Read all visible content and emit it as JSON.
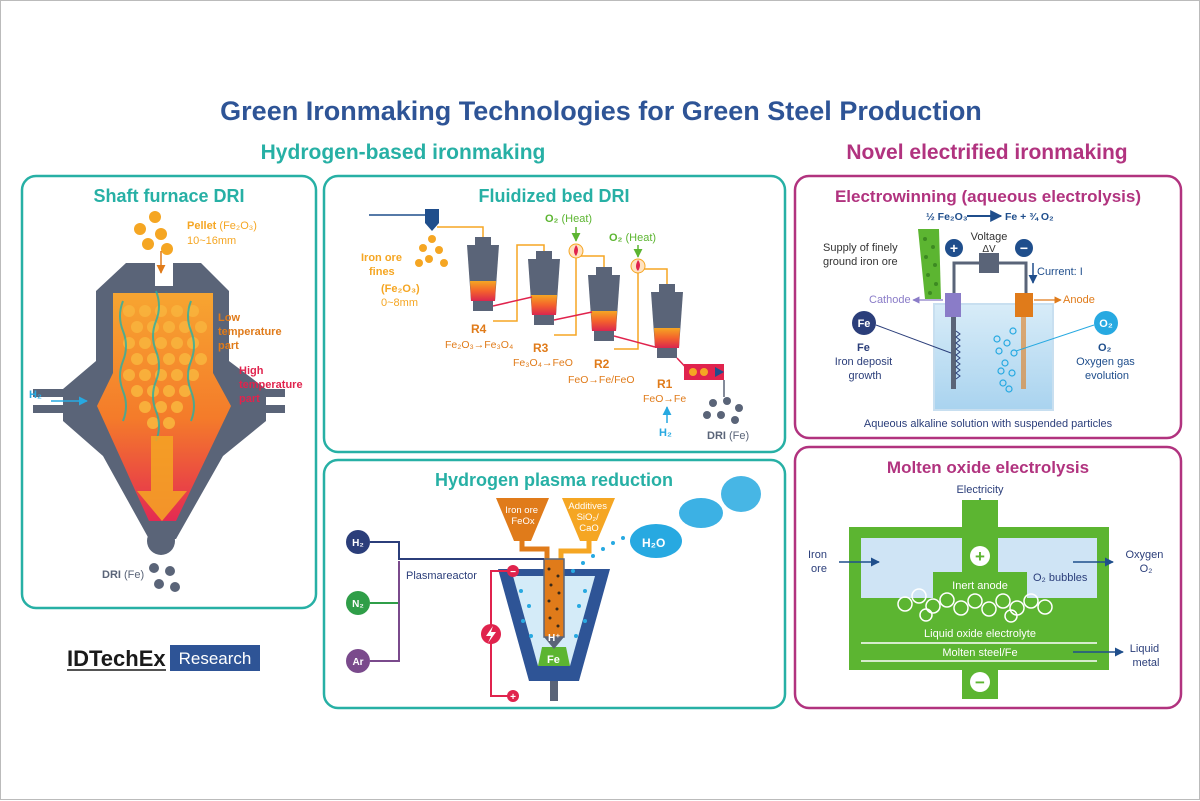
{
  "title": "Green Ironmaking Technologies for Green Steel Production",
  "section_hydrogen": "Hydrogen-based ironmaking",
  "section_electrified": "Novel electrified ironmaking",
  "colors": {
    "title": "#2e5496",
    "teal": "#27b0a5",
    "magenta": "#b1337f",
    "orange": "#f5a623",
    "dark_orange": "#e07b1a",
    "red": "#e0234d",
    "slate": "#5a6478",
    "blue_text": "#1f4e8c",
    "cyan": "#27a9e1",
    "green": "#5cb531",
    "h2": "#2b3e7a",
    "n2": "#2f9e48",
    "ar": "#7a4a8c"
  },
  "shaft": {
    "title": "Shaft furnace DRI",
    "pellet_bold": "Pellet",
    "pellet_formula": "(Fe₂O₃)",
    "pellet_size": "10~16mm",
    "low_temp_1": "Low",
    "low_temp_2": "temperature",
    "low_temp_3": "part",
    "high_temp_1": "High",
    "high_temp_2": "temperature",
    "high_temp_3": "part",
    "h2": "H₂",
    "dri_bold": "DRI",
    "dri_fe": "(Fe)"
  },
  "fluid": {
    "title": "Fluidized bed DRI",
    "fines_1": "Iron ore",
    "fines_2": "fines",
    "fines_formula": "(Fe₂O₃)",
    "fines_size": "0~8mm",
    "o2_heat_1": "O₂",
    "o2_heat_1b": "(Heat)",
    "o2_heat_2": "O₂",
    "o2_heat_2b": "(Heat)",
    "r4": "R4",
    "r3": "R3",
    "r2": "R2",
    "r1": "R1",
    "eq_r4": "Fe₂O₃→Fe₃O₄",
    "eq_r3": "Fe₃O₄→FeO",
    "eq_r2": "FeO→Fe/FeO",
    "eq_r1": "FeO→Fe",
    "h2": "H₂",
    "dri_bold": "DRI",
    "dri_fe": "(Fe)"
  },
  "plasma": {
    "title": "Hydrogen plasma reduction",
    "hopper1_a": "Iron ore",
    "hopper1_b": "FeOx",
    "hopper2_a": "Additives",
    "hopper2_b": "SiO₂/",
    "hopper2_c": "CaO",
    "h2o": "H₂O",
    "reactor": "Plasmareactor",
    "gas_h2": "H₂",
    "gas_n2": "N₂",
    "gas_ar": "Ar",
    "h_plus": "H⁺",
    "fe": "Fe",
    "minus": "−",
    "plus": "+"
  },
  "electro": {
    "title": "Electrowinning (aqueous electrolysis)",
    "eq_left": "½ Fe₂O₃",
    "eq_right": "Fe + ¾ O₂",
    "supply_1": "Supply of finely",
    "supply_2": "ground iron ore",
    "voltage": "Voltage",
    "delta_v": "ΔV",
    "current": "Current: I",
    "cathode": "Cathode",
    "anode": "Anode",
    "fe_badge": "Fe",
    "fe_label": "Fe",
    "fe_desc_1": "Iron deposit",
    "fe_desc_2": "growth",
    "o2_badge": "O₂",
    "o2_label": "O₂",
    "o2_desc_1": "Oxygen gas",
    "o2_desc_2": "evolution",
    "plus": "+",
    "minus": "−",
    "solution": "Aqueous alkaline solution with suspended particles"
  },
  "molten": {
    "title": "Molten oxide electrolysis",
    "electricity": "Electricity",
    "iron_ore_1": "Iron",
    "iron_ore_2": "ore",
    "oxygen_1": "Oxygen",
    "oxygen_2": "O₂",
    "inert_anode": "Inert anode",
    "o2_bubbles": "O₂ bubbles",
    "electrolyte": "Liquid oxide electrolyte",
    "molten_steel": "Molten steel/Fe",
    "liquid_1": "Liquid",
    "liquid_2": "metal",
    "plus": "+",
    "minus": "−"
  },
  "logo": {
    "name": "IDTechEx",
    "research": "Research"
  }
}
